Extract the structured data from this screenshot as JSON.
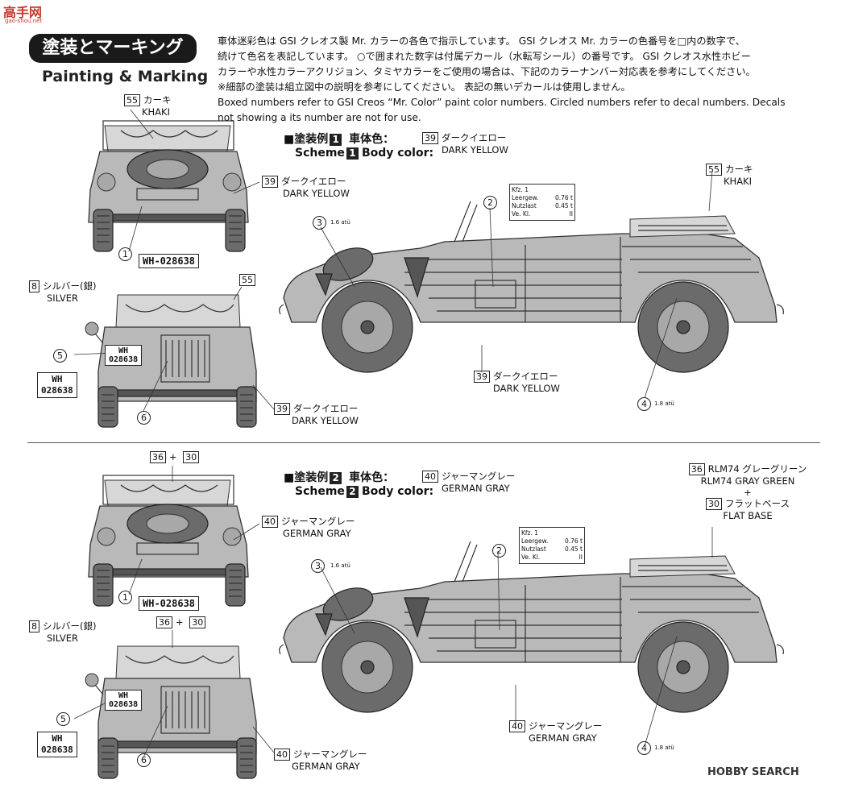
{
  "watermark_logo": {
    "text": "高手网",
    "sub": "gao-shou.net"
  },
  "header": {
    "title_jp": "塗装とマーキング",
    "title_en": "Painting & Marking"
  },
  "intro": {
    "jp_lines": [
      "車体迷彩色は GSI クレオス製 Mr. カラーの各色で指示しています。 GSI クレオス Mr. カラーの色番号を□内の数字で、",
      "続けて色名を表記しています。 ○で囲まれた数字は付属デカール（水転写シール）の番号です。 GSI クレオス水性ホビー",
      "カラーや水性カラーアクリジョン、タミヤカラーをご使用の場合は、下記のカラーナンバー対応表を参考にしてください。",
      "※細部の塗装は組立図中の説明を参考にしてください。 表記の無いデカールは使用しません。"
    ],
    "en_lines": [
      "Boxed numbers refer to GSI Creos “Mr. Color” paint color numbers. Circled numbers refer to decal numbers. Decals",
      "not showing a its number are not for use."
    ]
  },
  "scheme1": {
    "title_jp": "■塗装例",
    "num": "1",
    "bodycolor_jp": "車体色：",
    "title_en": "Scheme",
    "bodycolor_en": "Body color:",
    "body_color": {
      "code": "39",
      "jp": "ダークイエロー",
      "en": "DARK YELLOW"
    },
    "front_top": {
      "code": "55",
      "jp": "カーキ",
      "en": "KHAKI"
    },
    "front_side": {
      "code": "39",
      "jp": "ダークイエロー",
      "en": "DARK YELLOW"
    },
    "front_plate": "WH-028638",
    "front_decal": "1",
    "rear_top": {
      "code": "55"
    },
    "rear_silver": {
      "code": "8",
      "jp": "シルバー(銀)",
      "en": "SILVER"
    },
    "rear_plate": [
      "WH",
      "028638"
    ],
    "rear_decal_a": "5",
    "rear_decal_b": "6",
    "rear_bottom": {
      "code": "39",
      "jp": "ダークイエロー",
      "en": "DARK YELLOW"
    },
    "side_top": {
      "code": "55",
      "jp": "カーキ",
      "en": "KHAKI"
    },
    "side_bottom": {
      "code": "39",
      "jp": "ダークイエロー",
      "en": "DARK YELLOW"
    },
    "decal_front_tire": "3",
    "decal_door": "2",
    "decal_rear_tire": "4",
    "pressure_front": "1.6 atü",
    "pressure_rear": "1.8 atü",
    "stencil": {
      "l1": "Kfz. 1",
      "l2a": "Leergew.",
      "l2b": "0.76 t",
      "l3a": "Nutzlast",
      "l3b": "0.45 t",
      "l4a": "Ve. Kl.",
      "l4b": "II"
    }
  },
  "scheme2": {
    "title_jp": "■塗装例",
    "num": "2",
    "bodycolor_jp": "車体色：",
    "title_en": "Scheme",
    "bodycolor_en": "Body color:",
    "body_color": {
      "code": "40",
      "jp": "ジャーマングレー",
      "en": "GERMAN GRAY"
    },
    "front_top": {
      "code_a": "36",
      "plus": "+",
      "code_b": "30"
    },
    "front_side": {
      "code": "40",
      "jp": "ジャーマングレー",
      "en": "GERMAN GRAY"
    },
    "front_plate": "WH-028638",
    "front_decal": "1",
    "rear_top": {
      "code_a": "36",
      "plus": "+",
      "code_b": "30"
    },
    "rear_silver": {
      "code": "8",
      "jp": "シルバー(銀)",
      "en": "SILVER"
    },
    "rear_plate": [
      "WH",
      "028638"
    ],
    "rear_decal_a": "5",
    "rear_decal_b": "6",
    "rear_bottom": {
      "code": "40",
      "jp": "ジャーマングレー",
      "en": "GERMAN GRAY"
    },
    "side_top_a": {
      "code": "36",
      "jp": "RLM74 グレーグリーン",
      "en": "RLM74 GRAY GREEN"
    },
    "side_top_plus": "+",
    "side_top_b": {
      "code": "30",
      "jp": "フラットベース",
      "en": "FLAT BASE"
    },
    "side_bottom": {
      "code": "40",
      "jp": "ジャーマングレー",
      "en": "GERMAN GRAY"
    },
    "decal_front_tire": "3",
    "decal_door": "2",
    "decal_rear_tire": "4",
    "pressure_front": "1.6 atü",
    "pressure_rear": "1.8 atü",
    "stencil": {
      "l1": "Kfz. 1",
      "l2a": "Leergew.",
      "l2b": "0.76 t",
      "l3a": "Nutzlast",
      "l3b": "0.45 t",
      "l4a": "Ve. Kl.",
      "l4b": "II"
    }
  },
  "footer": {
    "watermark": "HOBBY SEARCH"
  }
}
